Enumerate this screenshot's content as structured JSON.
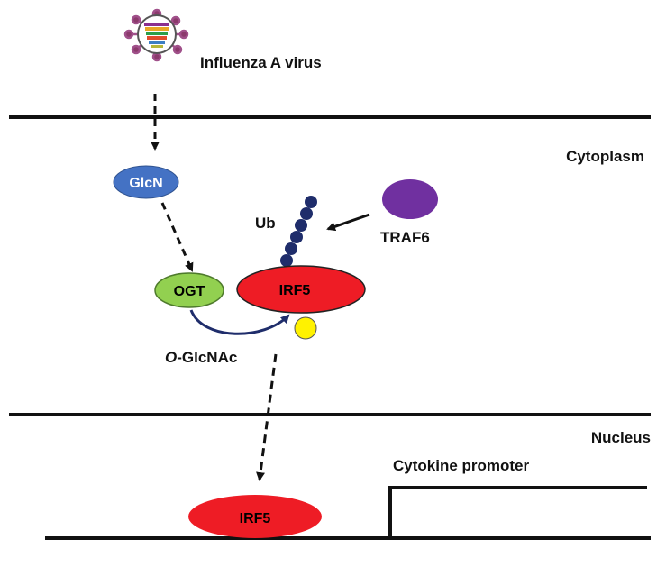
{
  "virus": {
    "label": "Influenza A virus",
    "icon": "virus-icon"
  },
  "compartments": {
    "cytoplasm": "Cytoplasm",
    "nucleus": "Nucleus"
  },
  "nodes": {
    "glcn": {
      "label": "GlcN",
      "color": "#4472C4",
      "text_color": "#ffffff"
    },
    "ogt": {
      "label": "OGT",
      "color": "#92D050",
      "text_color": "#000000"
    },
    "irf5_cyto": {
      "label": "IRF5",
      "color": "#EE1C25",
      "text_color": "#000000"
    },
    "traf6": {
      "label": "TRAF6",
      "color": "#7030A0"
    },
    "ub": {
      "label": "Ub",
      "color": "#1F2D6B"
    },
    "irf5_nuc": {
      "label": "IRF5",
      "color": "#EE1C25",
      "text_color": "#000000"
    },
    "o_glcnac": {
      "prefix": "O",
      "suffix": "-GlcNAc",
      "color": "#FFF200"
    }
  },
  "promoter": {
    "label": "Cytokine promoter"
  }
}
